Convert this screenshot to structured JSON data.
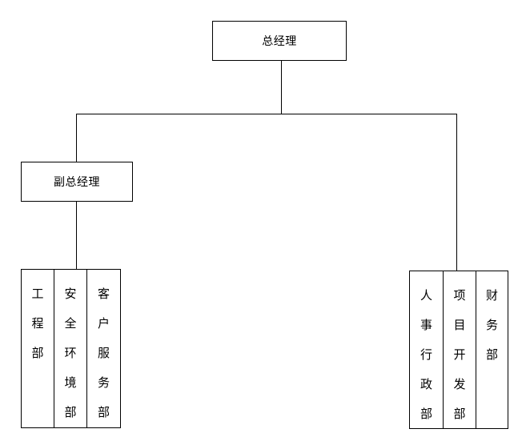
{
  "top": {
    "label": "总经理"
  },
  "deputy": {
    "label": "副总经理"
  },
  "left_departments": [
    {
      "label": "工程部"
    },
    {
      "label": "安全环境部"
    },
    {
      "label": "客户服务部"
    }
  ],
  "right_departments": [
    {
      "label": "人事行政部"
    },
    {
      "label": "项目开发部"
    },
    {
      "label": "财务部"
    }
  ]
}
